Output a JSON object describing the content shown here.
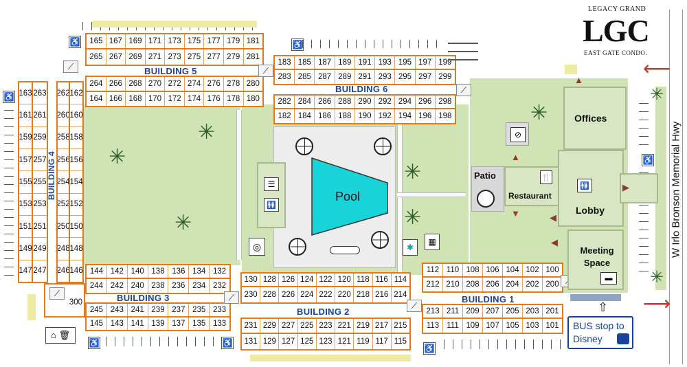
{
  "logo": {
    "top": "LEGACY GRAND",
    "main": "LGC",
    "bottom": "EAST GATE CONDO."
  },
  "highway": "W Irlo Bronson Memorial Hwy",
  "facilities": {
    "pool": "Pool",
    "patio": "Patio",
    "restaurant": "Restaurant",
    "offices": "Offices",
    "lobby": "Lobby",
    "meeting_space": "Meeting Space",
    "bus_stop": "BUS stop to Disney"
  },
  "building_labels": {
    "b1": "BUILDING 1",
    "b2": "BUILDING 2",
    "b3": "BUILDING 3",
    "b4": "BUILDING 4",
    "b5": "BUILDING 5",
    "b6": "BUILDING 6"
  },
  "units": {
    "b5_top": [
      "165",
      "167",
      "169",
      "171",
      "173",
      "175",
      "177",
      "179",
      "181"
    ],
    "b5_mid": [
      "265",
      "267",
      "269",
      "271",
      "273",
      "275",
      "277",
      "279",
      "281"
    ],
    "b5_in": [
      "264",
      "266",
      "268",
      "270",
      "272",
      "274",
      "276",
      "278",
      "280"
    ],
    "b5_bot": [
      "164",
      "166",
      "168",
      "170",
      "172",
      "174",
      "176",
      "178",
      "180"
    ],
    "b6_top": [
      "183",
      "185",
      "187",
      "189",
      "191",
      "193",
      "195",
      "197",
      "199"
    ],
    "b6_mid": [
      "283",
      "285",
      "287",
      "289",
      "291",
      "293",
      "295",
      "297",
      "299"
    ],
    "b6_in": [
      "282",
      "284",
      "286",
      "288",
      "290",
      "292",
      "294",
      "296",
      "298"
    ],
    "b6_bot": [
      "182",
      "184",
      "186",
      "188",
      "190",
      "192",
      "194",
      "196",
      "198"
    ],
    "b4_c1": [
      "163",
      "161",
      "159",
      "157",
      "155",
      "153",
      "151",
      "149",
      "147"
    ],
    "b4_c2": [
      "263",
      "261",
      "259",
      "257",
      "255",
      "253",
      "251",
      "249",
      "247"
    ],
    "b4_c3": [
      "262",
      "260",
      "258",
      "256",
      "254",
      "252",
      "250",
      "248",
      "246"
    ],
    "b4_c4": [
      "162",
      "160",
      "158",
      "156",
      "154",
      "152",
      "150",
      "148",
      "146"
    ],
    "b3_top": [
      "144",
      "142",
      "140",
      "138",
      "136",
      "134",
      "132"
    ],
    "b3_mid": [
      "244",
      "242",
      "240",
      "238",
      "236",
      "234",
      "232"
    ],
    "b3_in": [
      "245",
      "243",
      "241",
      "239",
      "237",
      "235",
      "233"
    ],
    "b3_bot": [
      "145",
      "143",
      "141",
      "139",
      "137",
      "135",
      "133"
    ],
    "b3_end": "300",
    "b2_top": [
      "130",
      "128",
      "126",
      "124",
      "122",
      "120",
      "118",
      "116",
      "114"
    ],
    "b2_mid": [
      "230",
      "228",
      "226",
      "224",
      "222",
      "220",
      "218",
      "216",
      "214"
    ],
    "b2_in": [
      "231",
      "229",
      "227",
      "225",
      "223",
      "221",
      "219",
      "217",
      "215"
    ],
    "b2_bot": [
      "131",
      "129",
      "127",
      "125",
      "123",
      "121",
      "119",
      "117",
      "115"
    ],
    "b1_top": [
      "112",
      "110",
      "108",
      "106",
      "104",
      "102",
      "100"
    ],
    "b1_mid": [
      "212",
      "210",
      "208",
      "206",
      "204",
      "202",
      "200"
    ],
    "b1_in": [
      "213",
      "211",
      "209",
      "207",
      "205",
      "203",
      "201"
    ],
    "b1_bot": [
      "113",
      "111",
      "109",
      "107",
      "105",
      "103",
      "101"
    ]
  },
  "icons": {
    "handicap": "wheelchair-icon",
    "stairs": "stairs-icon",
    "laundry": "washing-machine-icon",
    "restroom": "restroom-icon",
    "towels": "towels-icon",
    "dining": "fork-knife-icon",
    "trash": "trash-icon",
    "bus": "bus-icon",
    "no_smoking": "smoking-area-icon",
    "grill": "grill-icon"
  },
  "colors": {
    "unit_border": "#e07b18",
    "building_label": "#17439a",
    "grass": "#cfe3b5",
    "pool": "#18d4d8",
    "entrance_arrow": "#c0392b"
  }
}
